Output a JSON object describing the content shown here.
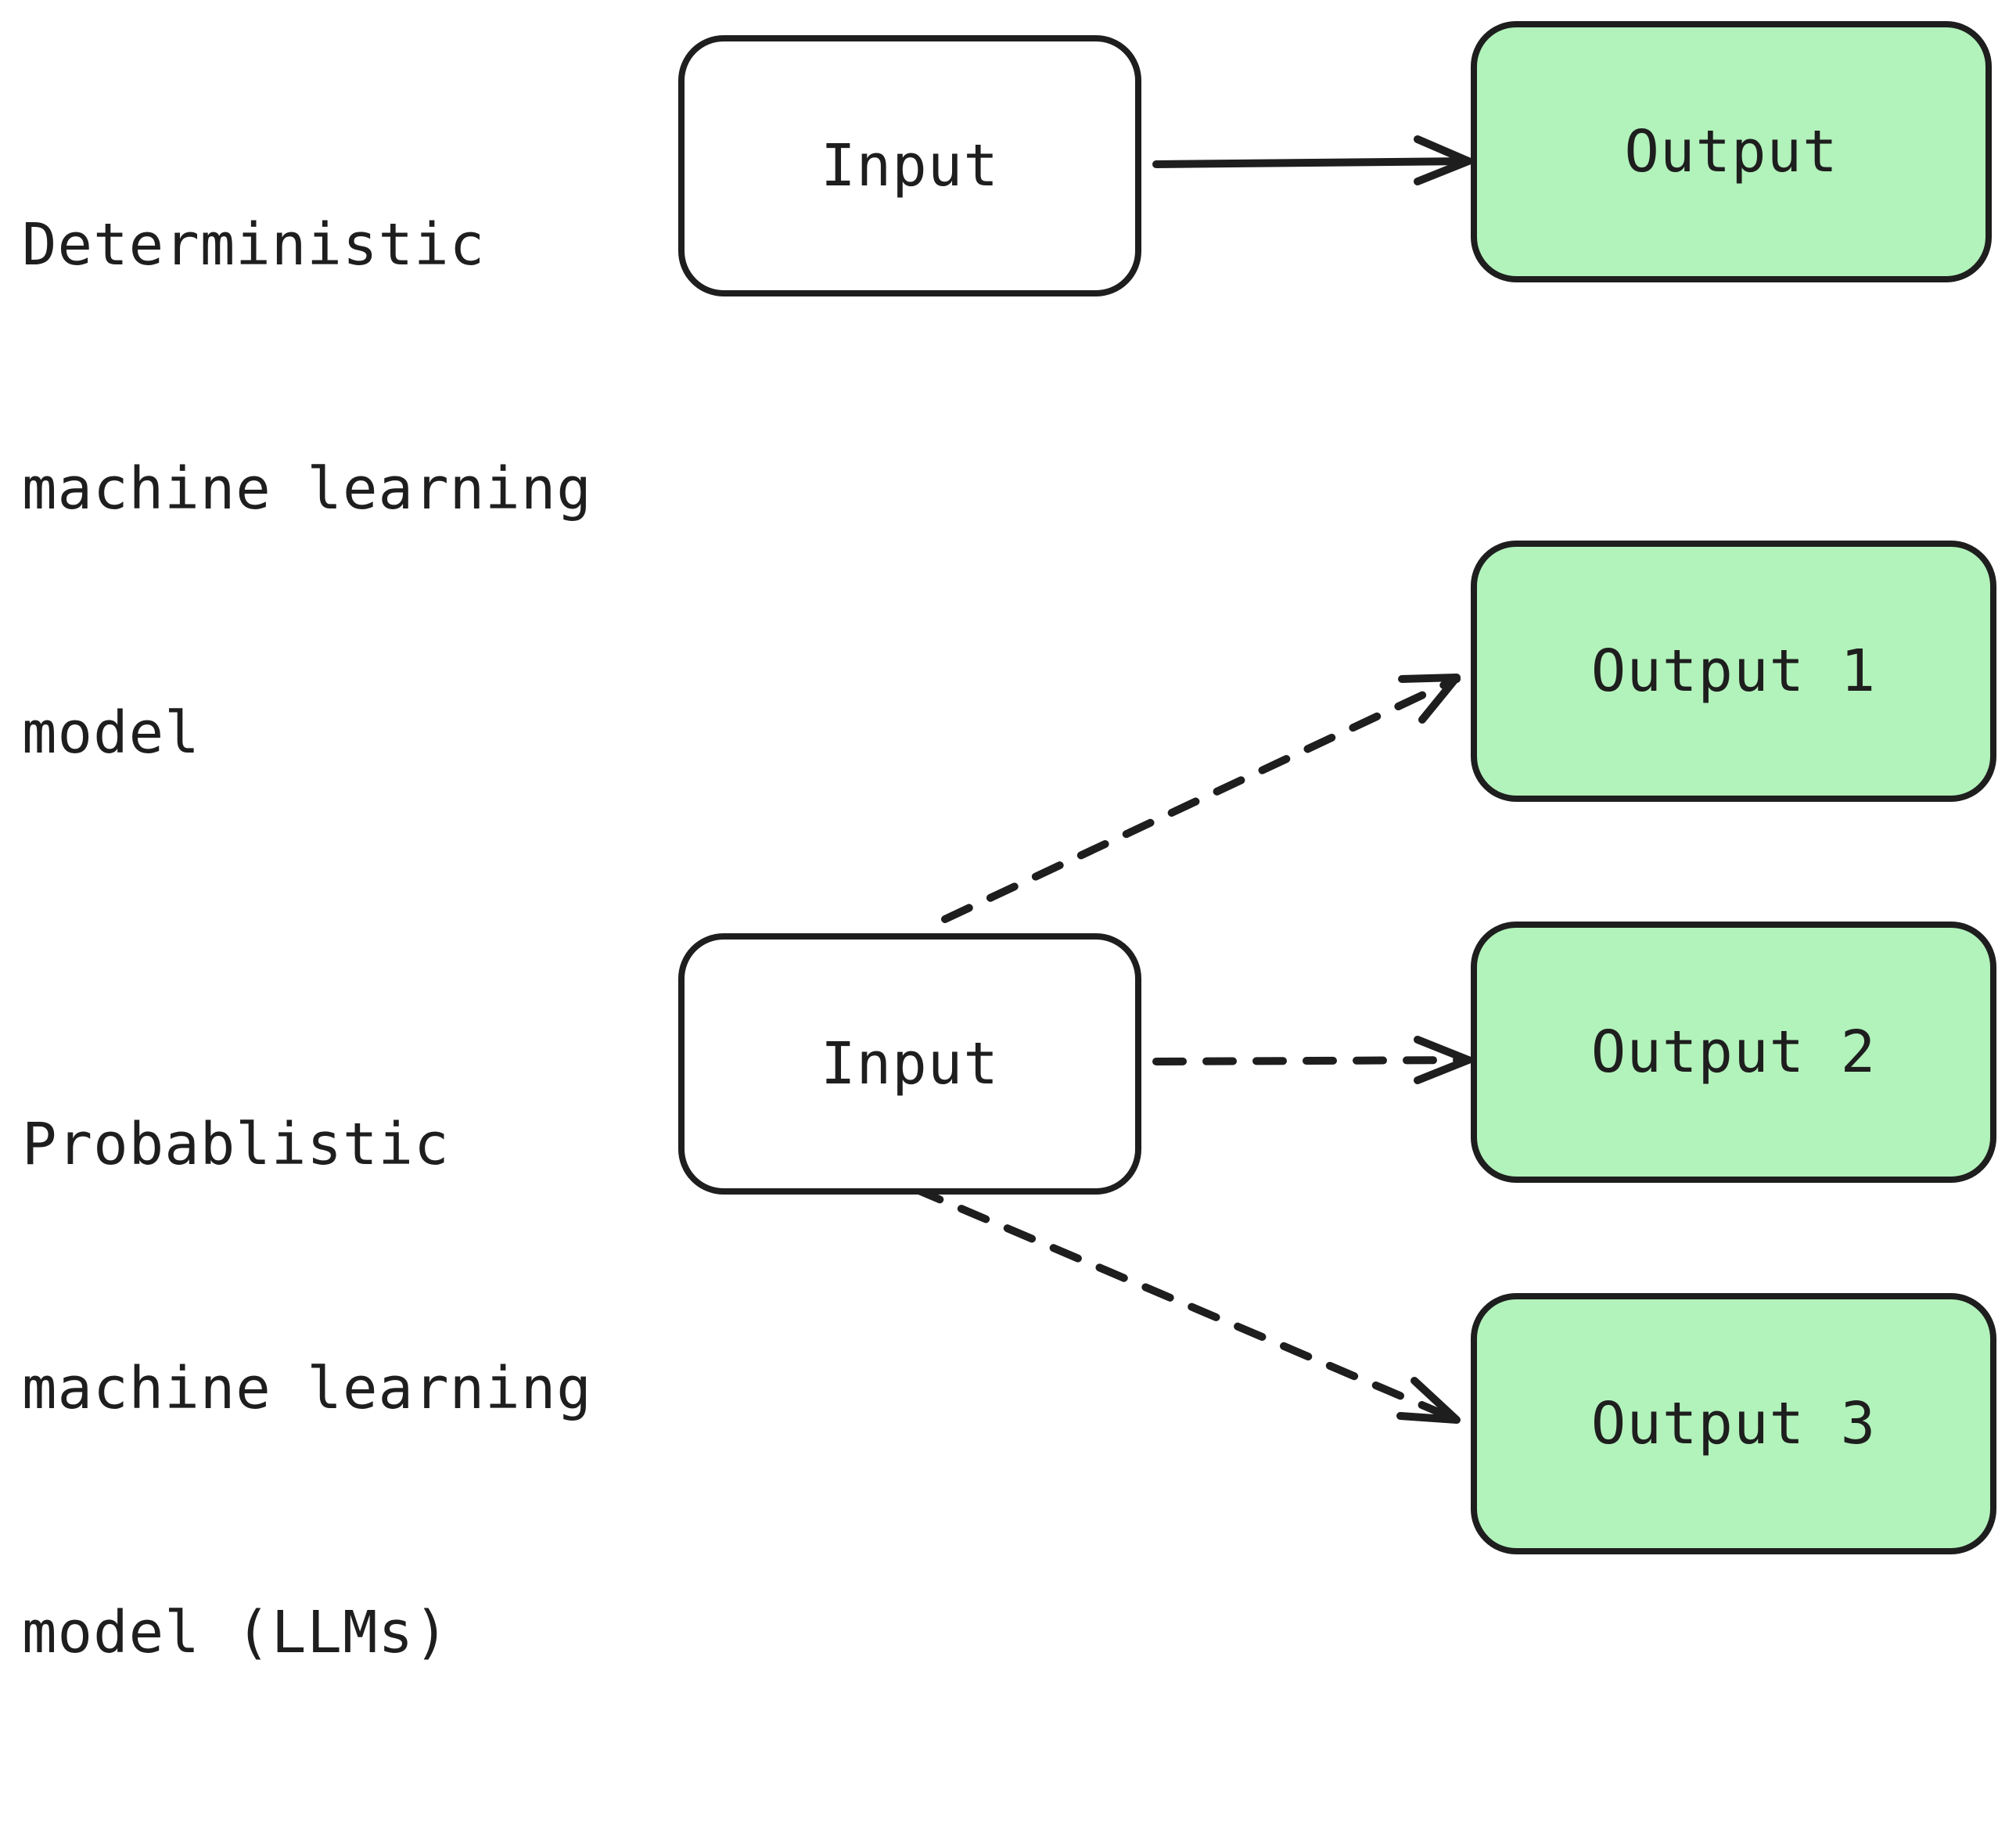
{
  "colors": {
    "stroke": "#1e1e1e",
    "output_fill": "#b2f2bb",
    "input_fill": "#ffffff"
  },
  "deterministic": {
    "caption_lines": [
      "Deterministic",
      "machine learning",
      "model"
    ],
    "input_label": "Input",
    "output_label": "Output"
  },
  "probabilistic": {
    "caption_lines": [
      "Probablistic",
      "machine learning",
      "model (LLMs)"
    ],
    "input_label": "Input",
    "outputs": [
      {
        "label": "Output 1"
      },
      {
        "label": "Output 2"
      },
      {
        "label": "Output 3"
      }
    ]
  }
}
